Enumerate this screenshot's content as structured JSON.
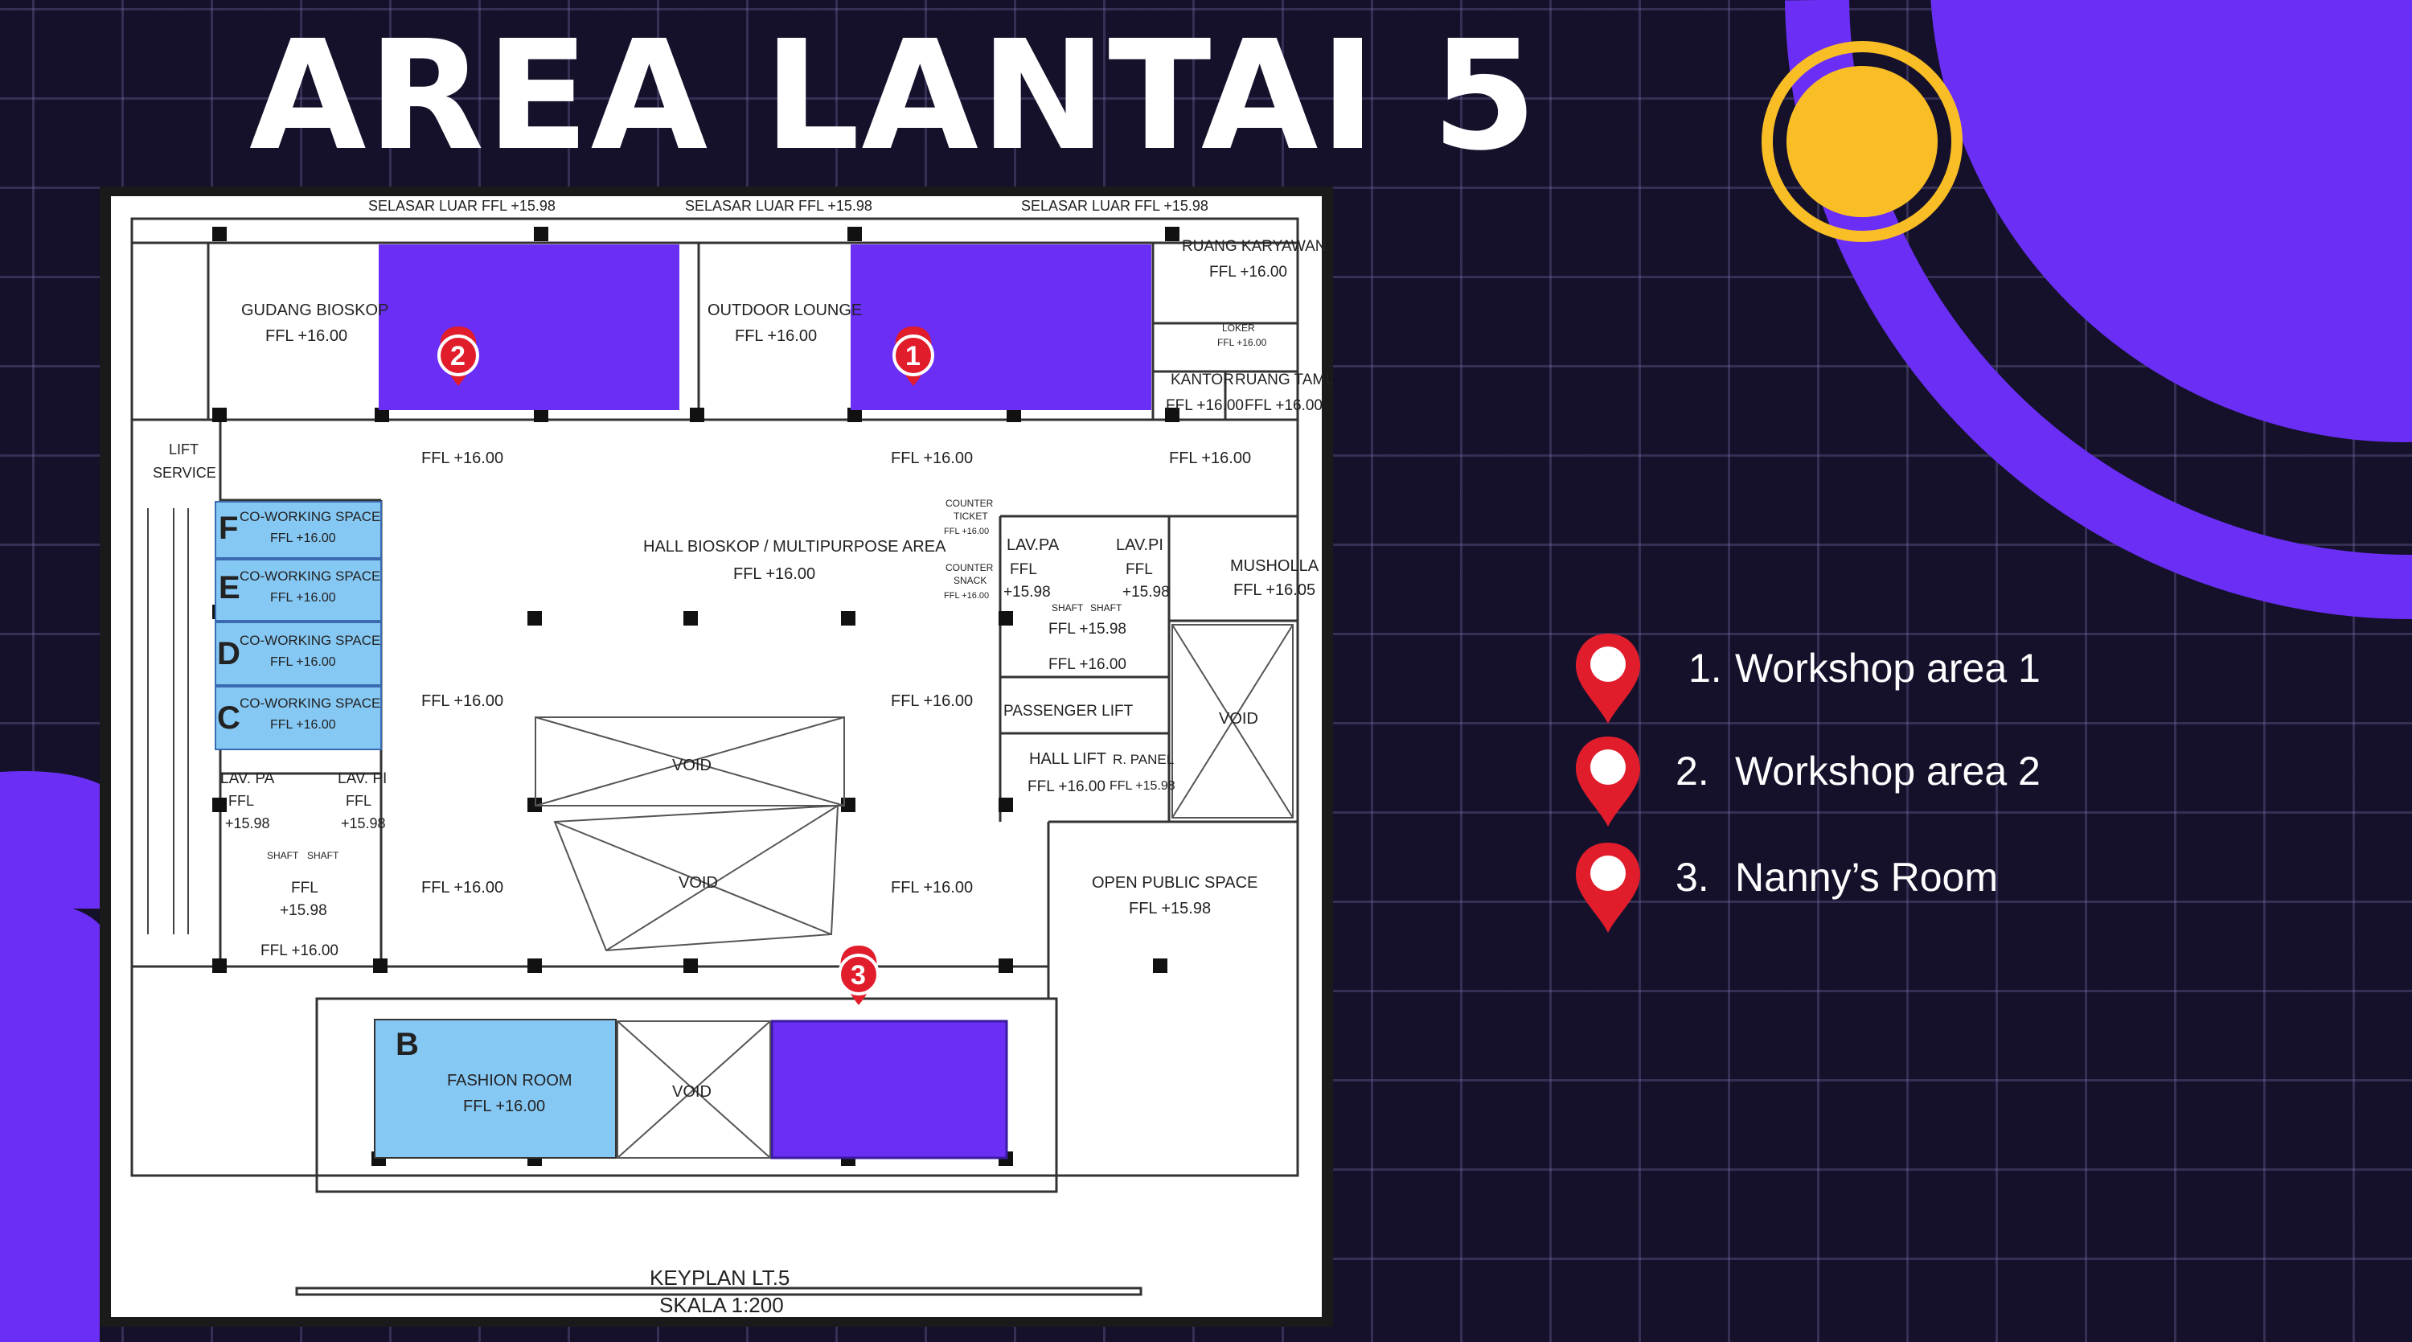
{
  "title": "AREA LANTAI 5",
  "colors": {
    "background": "#15112b",
    "accent_purple": "#6a2ef5",
    "sun_yellow": "#f9be25",
    "pin_red": "#e11d2c",
    "highlight_blue": "#86c8f4"
  },
  "legend": [
    {
      "number": "1.",
      "label": "Workshop area 1",
      "icon": "map-pin-icon"
    },
    {
      "number": "2.",
      "label": "Workshop area 2",
      "icon": "map-pin-icon"
    },
    {
      "number": "3.",
      "label": "Nanny’s Room",
      "icon": "map-pin-icon"
    }
  ],
  "floorplan": {
    "keyplan_title": "KEYPLAN LT.5",
    "keyplan_scale": "SKALA 1:200",
    "markers": [
      "1",
      "2",
      "3"
    ],
    "zone_letters": [
      "F",
      "E",
      "D",
      "C",
      "B"
    ],
    "labels": {
      "selasar_left": "SELASAR LUAR FFL +15.98",
      "selasar_mid": "SELASAR LUAR FFL +15.98",
      "selasar_right": "SELASAR LUAR FFL +15.98",
      "gudang": "GUDANG BIOSKOP",
      "gudang_ffl": "FFL +16.00",
      "outdoor": "OUTDOOR LOUNGE",
      "outdoor_ffl": "FFL +16.00",
      "karyawan": "RUANG KARYAWAN",
      "karyawan_ffl": "FFL +16.00",
      "loker": "LOKER",
      "loker_ffl": "FFL +16.00",
      "kantor": "KANTOR",
      "kantor_ffl": "FFL +16.00",
      "tamu": "RUANG TAMU",
      "tamu_ffl": "FFL +16.00",
      "lift_service_1": "LIFT",
      "lift_service_2": "SERVICE",
      "ffl_top_left": "FFL +16.00",
      "ffl_top_mid": "FFL +16.00",
      "ffl_top_right": "FFL +16.00",
      "cowork": "CO-WORKING SPACE",
      "cowork_ffl": "FFL +16.00",
      "counter_ticket_1": "COUNTER",
      "counter_ticket_2": "TICKET",
      "counter_ticket_ffl": "FFL +16.00",
      "counter_snack_1": "COUNTER",
      "counter_snack_2": "SNACK",
      "counter_snack_ffl": "FFL +16.00",
      "hall": "HALL BIOSKOP / MULTIPURPOSE AREA",
      "hall_ffl": "FFL +16.00",
      "lav_pa": "LAV.PA",
      "lav_pi": "LAV.PI",
      "ffl_label": "FFL",
      "lav_level": "+15.98",
      "shaft": "SHAFT",
      "ffl_1598": "FFL +15.98",
      "ffl_1600": "FFL +16.00",
      "mushola": "MUSHOLLA",
      "mushola_ffl": "FFL +16.05",
      "passenger_lift": "PASSENGER LIFT",
      "void": "VOID",
      "hall_lift": "HALL LIFT",
      "hall_lift_ffl": "FFL +16.00",
      "r_panel": "R. PANEL",
      "r_panel_ffl": "FFL +15.98",
      "open_public": "OPEN PUBLIC SPACE",
      "open_public_ffl": "FFL +15.98",
      "lav_pa_lower": "LAV. PA",
      "lav_pi_lower": "LAV. PI",
      "ffl_lower": "FFL",
      "ffl_lower_level": "+15.98",
      "fashion": "FASHION ROOM",
      "fashion_ffl": "FFL +16.00"
    }
  }
}
